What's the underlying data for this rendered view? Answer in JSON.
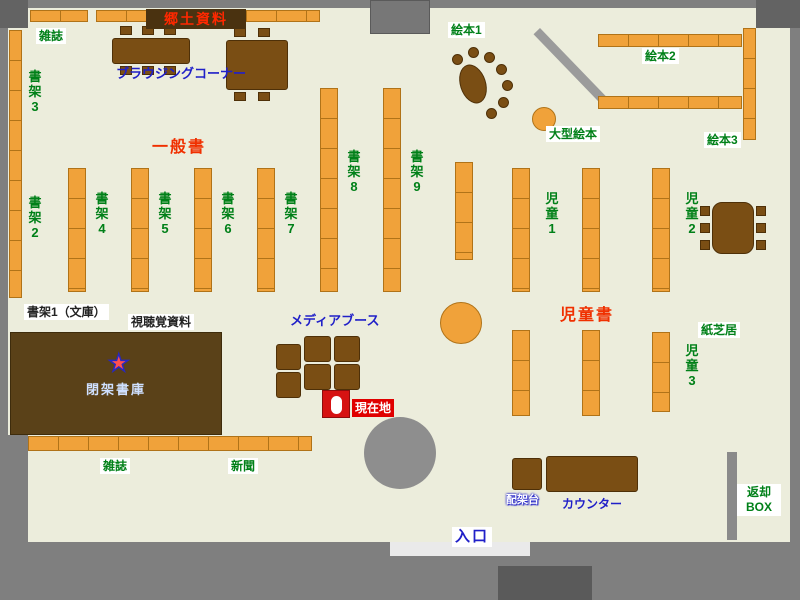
{
  "colors": {
    "floor": "#eceddc",
    "wall_gray": "#7f7f7f",
    "shelf_orange": "#f0a23a",
    "table_brown": "#7a4e14",
    "closed_stacks_brown": "#5a4118",
    "label_green": "#008018",
    "label_red": "#f03000",
    "label_blue": "#2020c8",
    "current_location_red": "#e00000"
  },
  "labels": {
    "magazine_top": "雑誌",
    "local_materials": "郷土資料",
    "shelf3": "書架3",
    "shelf2": "書架2",
    "browsing_corner": "ブラウジングコーナー",
    "general_books": "一般書",
    "shelf4": "書架4",
    "shelf5": "書架5",
    "shelf6": "書架6",
    "shelf7": "書架7",
    "shelf8": "書架8",
    "shelf9": "書架9",
    "shelf1_bunko": "書架1（文庫）",
    "audio_visual": "視聴覚資料",
    "closed_stacks": "閉架書庫",
    "star_icon": "★",
    "picture_books_1": "絵本1",
    "picture_books_2": "絵本2",
    "picture_books_3": "絵本3",
    "large_picture_books": "大型絵本",
    "children_1": "児童1",
    "children_2": "児童2",
    "children_3": "児童3",
    "children_books": "児童書",
    "kamishibai": "紙芝居",
    "media_booth": "メディアブース",
    "current_location": "現在地",
    "magazine_bottom": "雑誌",
    "newspaper": "新聞",
    "sorting_shelf": "配架台",
    "counter": "カウンター",
    "return_box_line1": "返却",
    "return_box_line2": "BOX",
    "entrance": "入口"
  }
}
